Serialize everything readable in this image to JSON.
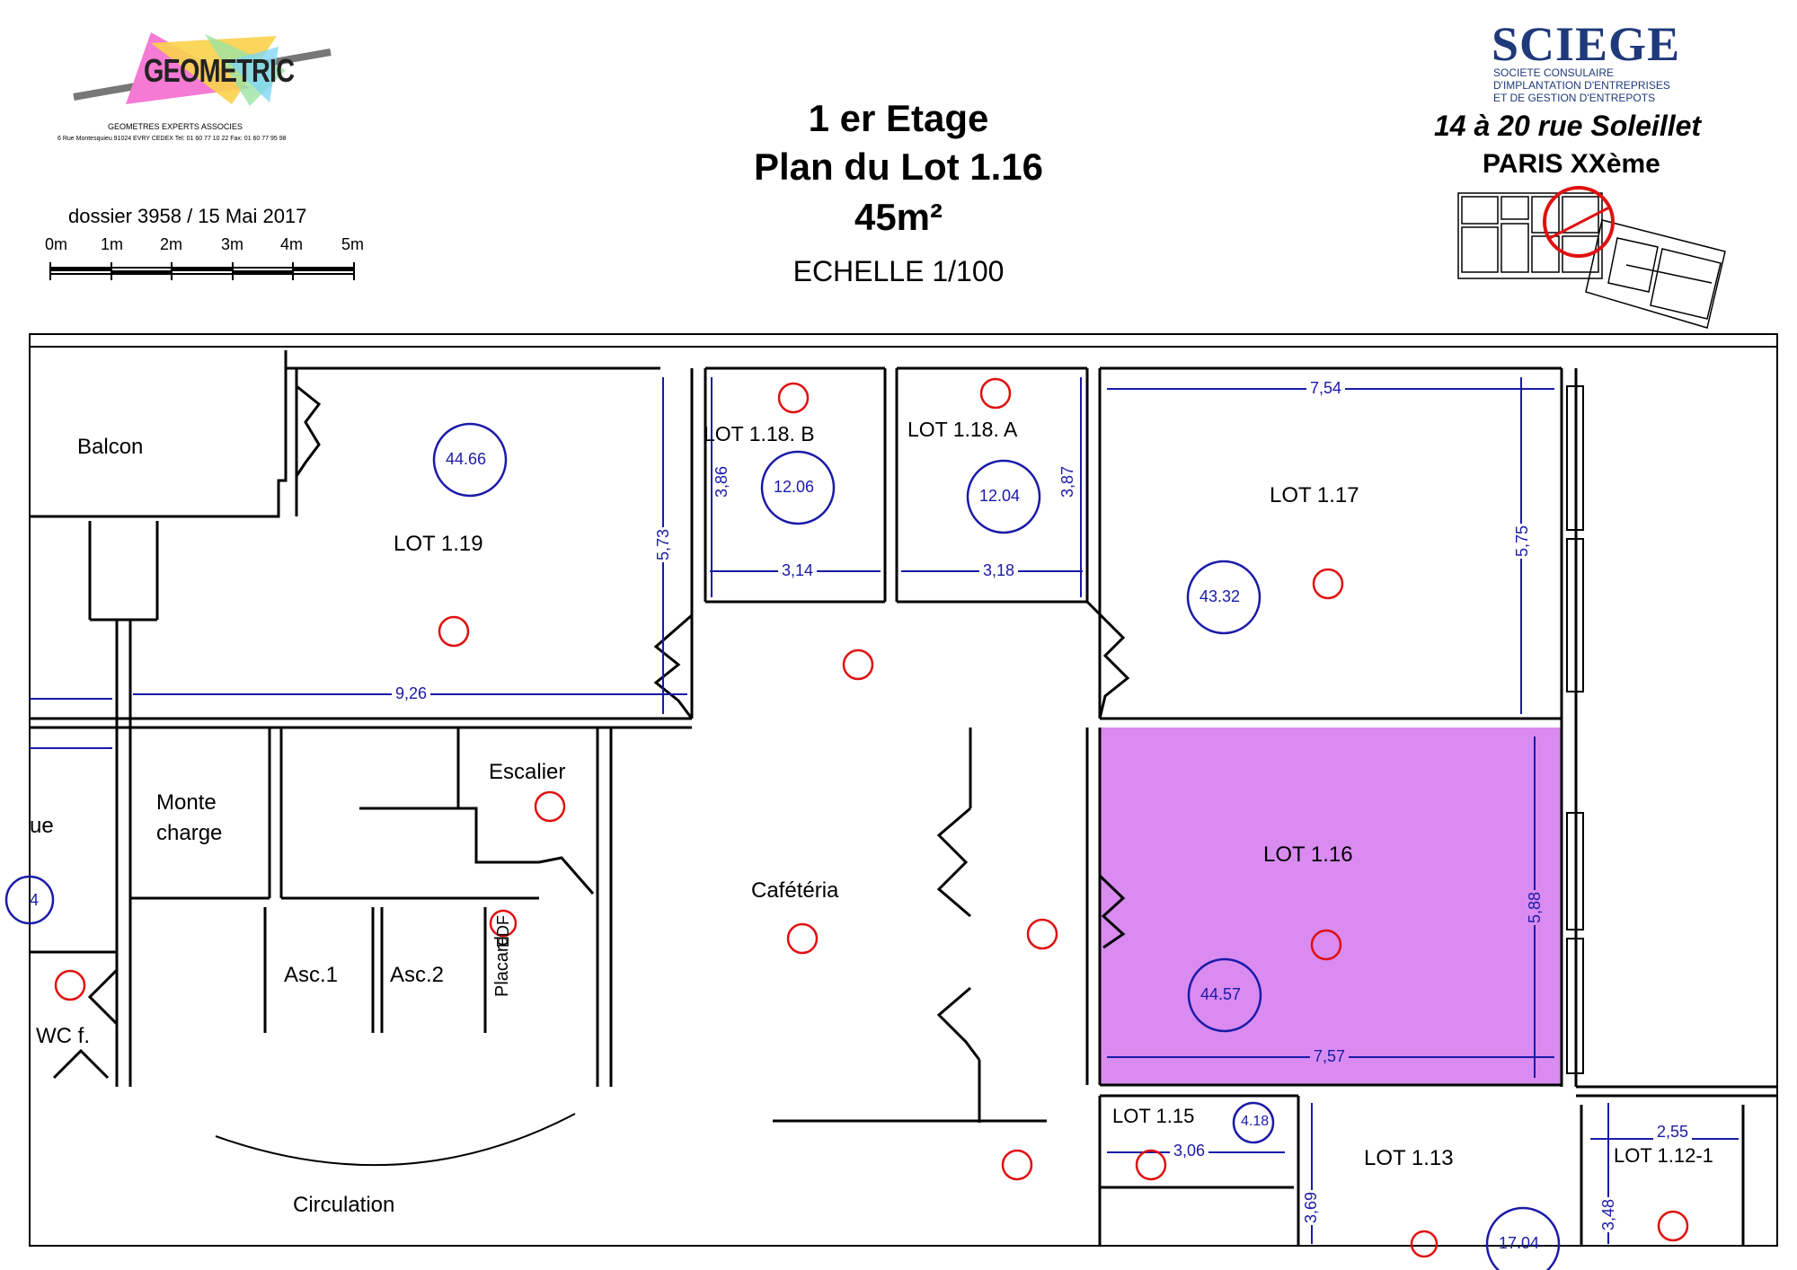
{
  "header": {
    "line1": "1 er Etage",
    "line2": "Plan du Lot 1.16",
    "line3": "45m²",
    "scale": "ECHELLE 1/100"
  },
  "geometric_logo": {
    "name": "GEOMETRIC",
    "subtitle": "GEOMETRES EXPERTS ASSOCIES",
    "address": "6 Rue Montesquieu 91024 EVRY CEDEX  Tel: 01 60 77 10 22  Fax: 01 60 77 95 98"
  },
  "dossier": "dossier 3958 / 15 Mai 2017",
  "scale_bar": {
    "ticks": [
      "0m",
      "1m",
      "2m",
      "3m",
      "4m",
      "5m"
    ]
  },
  "sciege": {
    "name": "SCIEGE",
    "sub1": "SOCIETE CONSULAIRE",
    "sub2": "D'IMPLANTATION D'ENTREPRISES",
    "sub3": "ET DE GESTION D'ENTREPOTS",
    "address": "14 à 20  rue Soleillet",
    "city": "PARIS XXème"
  },
  "rooms": {
    "balcon": "Balcon",
    "lot119": "LOT 1.19",
    "lot118b": "LOT 1.18. B",
    "lot118a": "LOT 1.18. A",
    "lot117": "LOT 1.17",
    "lot116": "LOT 1.16",
    "lot115": "LOT 1.15",
    "lot113": "LOT 1.13",
    "lot1121": "LOT 1.12-1",
    "escalier": "Escalier",
    "monte1": "Monte",
    "monte2": "charge",
    "cafeteria": "Cafétéria",
    "asc1": "Asc.1",
    "asc2": "Asc.2",
    "wc": "WC f.",
    "placard": "Placard",
    "circulation": "Circulation",
    "ue": "ue",
    "edf": "EDF"
  },
  "areas": {
    "lot119": "44.66",
    "lot118b": "12.06",
    "lot118a": "12.04",
    "lot117": "43.32",
    "lot116": "44.57",
    "lot115": "4.18",
    "lot113": "17.04",
    "partial": "4"
  },
  "dimensions": {
    "lot119_w": "9,26",
    "lot119_h": "5,73",
    "lot118b_w": "3,14",
    "lot118b_h": "3,86",
    "lot118a_w": "3,18",
    "lot118a_h": "3,87",
    "lot117_w": "7,54",
    "lot117_h": "5,75",
    "lot116_w": "7,57",
    "lot116_h": "5,88",
    "lot115_w": "3,06",
    "lot113_h": "3,69",
    "lot1121_w": "2,55",
    "lot1121_h": "3,48"
  },
  "colors": {
    "highlight": "#d98bf0",
    "dimension": "#1a1aa8",
    "marker": "#e01010",
    "wall": "#000000",
    "sciege_blue": "#1f3a7a"
  }
}
